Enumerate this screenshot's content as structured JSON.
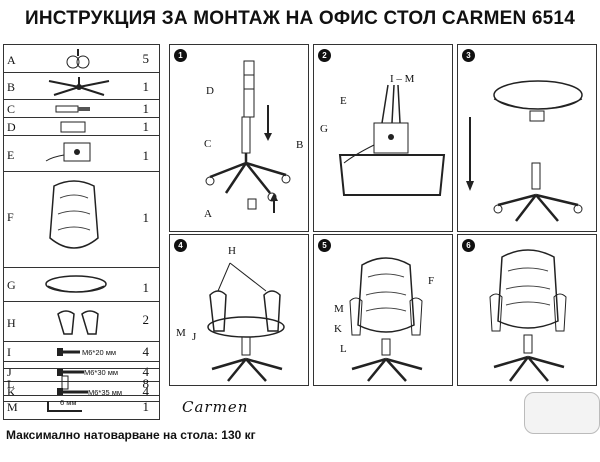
{
  "title": "ИНСТРУКЦИЯ ЗА МОНТАЖ НА ОФИС СТОЛ CARMEN 6514",
  "parts": [
    {
      "letter": "A",
      "qty": "5",
      "label": ""
    },
    {
      "letter": "B",
      "qty": "1",
      "label": ""
    },
    {
      "letter": "C",
      "qty": "1",
      "label": ""
    },
    {
      "letter": "D",
      "qty": "1",
      "label": ""
    },
    {
      "letter": "E",
      "qty": "1",
      "label": ""
    },
    {
      "letter": "F",
      "qty": "1",
      "label": ""
    },
    {
      "letter": "G",
      "qty": "1",
      "label": ""
    },
    {
      "letter": "H",
      "qty": "2",
      "label": ""
    },
    {
      "letter": "I",
      "qty": "4",
      "label": "M6*20 мм"
    },
    {
      "letter": "J",
      "qty": "4",
      "label": "M6*30 мм"
    },
    {
      "letter": "K",
      "qty": "4",
      "label": "M6*35 мм"
    },
    {
      "letter": "L",
      "qty": "8",
      "label": ""
    },
    {
      "letter": "M",
      "qty": "1",
      "label": "6 мм"
    }
  ],
  "steps": [
    {
      "number": "1",
      "callouts": [
        "D",
        "C",
        "B",
        "A"
      ]
    },
    {
      "number": "2",
      "callouts": [
        "I – M",
        "E",
        "G"
      ]
    },
    {
      "number": "3",
      "callouts": []
    },
    {
      "number": "4",
      "callouts": [
        "H",
        "M",
        "J"
      ]
    },
    {
      "number": "5",
      "callouts": [
        "F",
        "M",
        "K",
        "L"
      ]
    },
    {
      "number": "6",
      "callouts": []
    }
  ],
  "brand": "Carmen",
  "footer": "Максимално натоварване на стола: 130 кг"
}
